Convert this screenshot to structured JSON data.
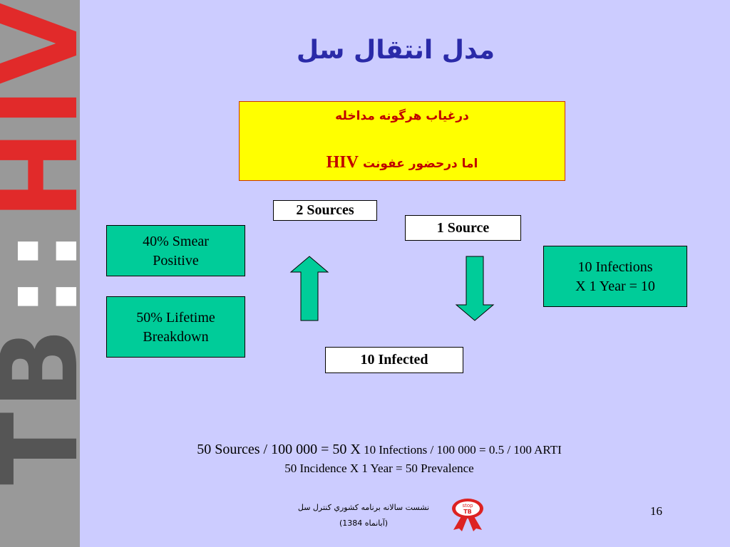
{
  "sidebar": {
    "tb": "TB",
    "separator": "::",
    "hiv": "HIV"
  },
  "slide": {
    "title": "مدل انتقال سل"
  },
  "condition": {
    "line1": "درغیاب هرگونه مداخله",
    "line2_prefix": "اما درحضور عفونت",
    "line2_hiv": "HIV"
  },
  "cycle": {
    "two_sources": "2 Sources",
    "one_source": "1 Source",
    "ten_infected": "10  Infected",
    "smear_positive": [
      "40%  Smear",
      "Positive"
    ],
    "lifetime_breakdown": [
      "50%  Lifetime",
      "Breakdown"
    ],
    "infections": [
      "10 Infections",
      "X  1 Year = 10"
    ]
  },
  "formula": {
    "main": "50 Sources / 100 000  = 50  X",
    "small": " 10 Infections / 100 000 = 0.5  / 100 ARTI",
    "prevalence": "50 Incidence X 1 Year = 50 Prevalence"
  },
  "footer": {
    "line1": "نشست سالانه برنامه کشوري کنترل سل",
    "line2": "(آبانماه 1384)",
    "logo_text_top": "stop",
    "logo_text_bottom": "TB",
    "page_number": "16"
  },
  "colors": {
    "background": "#ccccff",
    "sidebar": "#999999",
    "title": "#2a2aa8",
    "yellow_box": "#ffff00",
    "green_box": "#00cc99",
    "hiv_red": "#e12a2a"
  }
}
